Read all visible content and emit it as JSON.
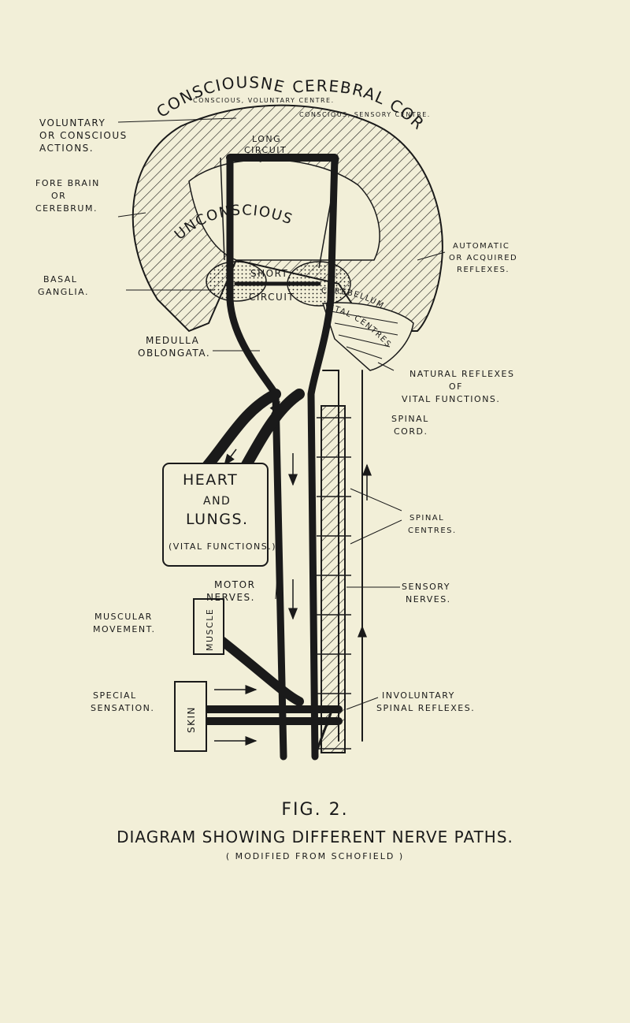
{
  "colors": {
    "paper": "#f2efd8",
    "ink": "#1a1a1a"
  },
  "labels": {
    "consciousness": "CONSCIOUSNESS",
    "cerebral_cortex": "CEREBRAL CORTEX",
    "conscious_voluntary_centre": "CONSCIOUS, VOLUNTARY CENTRE.",
    "conscious_sensory_centre": "CONSCIOUS, SENSORY CENTRE.",
    "long_circuit_1": "LONG",
    "long_circuit_2": "CIRCUIT",
    "unconscious": "UNCONSCIOUS",
    "short_circuit_1": "SHORT",
    "short_circuit_2": "CIRCUIT",
    "cerebellum": "CEREBELLUM",
    "vital_centres": "VITAL CENTRES",
    "voluntary_actions_1": "VOLUNTARY",
    "voluntary_actions_2": "OR CONSCIOUS",
    "voluntary_actions_3": "ACTIONS.",
    "fore_brain_1": "FORE BRAIN",
    "fore_brain_2": "OR",
    "fore_brain_3": "CEREBRUM.",
    "basal_ganglia_1": "BASAL",
    "basal_ganglia_2": "GANGLIA.",
    "medulla_1": "MEDULLA",
    "medulla_2": "OBLONGATA.",
    "automatic_1": "AUTOMATIC",
    "automatic_2": "OR ACQUIRED",
    "automatic_3": "REFLEXES.",
    "natural_reflexes_1": "NATURAL REFLEXES",
    "natural_reflexes_2": "OF",
    "natural_reflexes_3": "VITAL FUNCTIONS.",
    "spinal_cord_1": "SPINAL",
    "spinal_cord_2": "CORD.",
    "heart_1": "HEART",
    "heart_2": "AND",
    "heart_3": "LUNGS.",
    "heart_4": "(VITAL FUNCTIONS.)",
    "spinal_centres_1": "SPINAL",
    "spinal_centres_2": "CENTRES.",
    "motor_nerves_1": "MOTOR",
    "motor_nerves_2": "NERVES.",
    "sensory_nerves_1": "SENSORY",
    "sensory_nerves_2": "NERVES.",
    "muscular_1": "MUSCULAR",
    "muscular_2": "MOVEMENT.",
    "muscle": "MUSCLE",
    "special_1": "SPECIAL",
    "special_2": "SENSATION.",
    "skin": "SKIN",
    "involuntary_1": "INVOLUNTARY",
    "involuntary_2": "SPINAL REFLEXES."
  },
  "caption": {
    "fig": "FIG. 2.",
    "title": "DIAGRAM SHOWING DIFFERENT NERVE PATHS.",
    "subtitle": "( MODIFIED FROM SCHOFIELD )"
  }
}
